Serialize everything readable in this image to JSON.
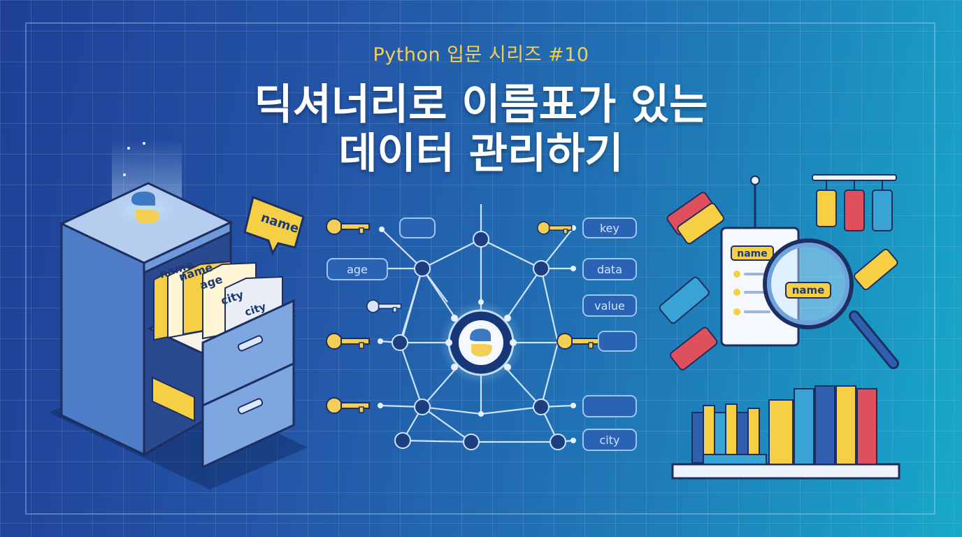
{
  "header": {
    "series": "Python 입문 시리즈 #10",
    "title_line1": "딕셔너리로 이름표가 있는",
    "title_line2": "데이터 관리하기"
  },
  "cabinet": {
    "bubble_label": "name",
    "folder_labels": [
      "name",
      "name",
      "age",
      "city",
      "city"
    ]
  },
  "network": {
    "boxes_left": [
      "",
      "age",
      "",
      ""
    ],
    "boxes_right": [
      "key",
      "data",
      "value",
      "",
      "",
      "city"
    ]
  },
  "tags_panel": {
    "document_tag": "name",
    "lens_tag": "name"
  },
  "colors": {
    "accent_yellow": "#f4cf55",
    "node_dark": "#1e3f7f",
    "line_light": "#cfe4ff",
    "tag_red": "#e0505c",
    "tag_blue": "#3aa3d6"
  }
}
